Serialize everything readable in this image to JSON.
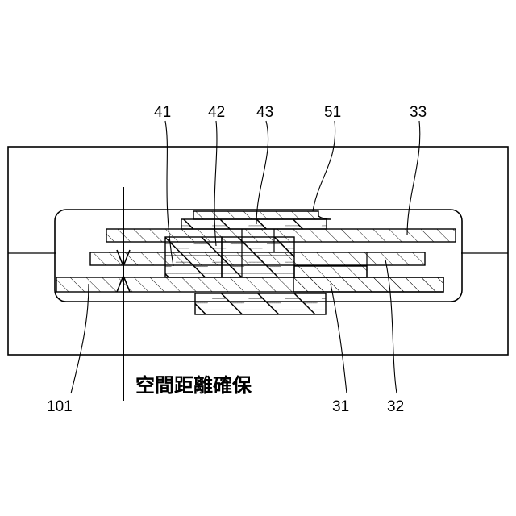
{
  "labels": {
    "l41": "41",
    "l42": "42",
    "l43": "43",
    "l51": "51",
    "l33": "33",
    "l101": "101",
    "l31": "31",
    "l32": "32"
  },
  "caption": "空間距離確保",
  "colors": {
    "line": "#000000",
    "background": "#ffffff"
  }
}
